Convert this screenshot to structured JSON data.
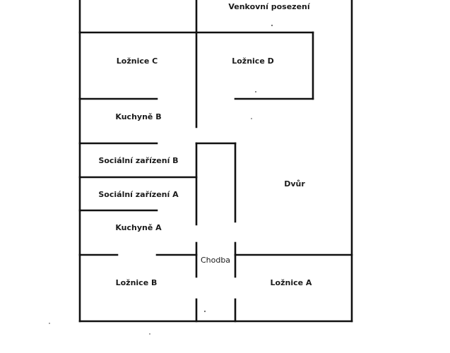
{
  "rooms": {
    "venkovni_posezeni": "Venkovní posezení",
    "loznice_c": "Ložnice C",
    "loznice_d": "Ložnice D",
    "kuchyne_b": "Kuchyně B",
    "socialni_zarizeni_b": "Sociální zařízení B",
    "socialni_zarizeni_a": "Sociální zařízení A",
    "dvur": "Dvůr",
    "kuchyne_a": "Kuchyně A",
    "chodba": "Chodba",
    "loznice_b": "Ložnice B",
    "loznice_a": "Ložnice A"
  }
}
